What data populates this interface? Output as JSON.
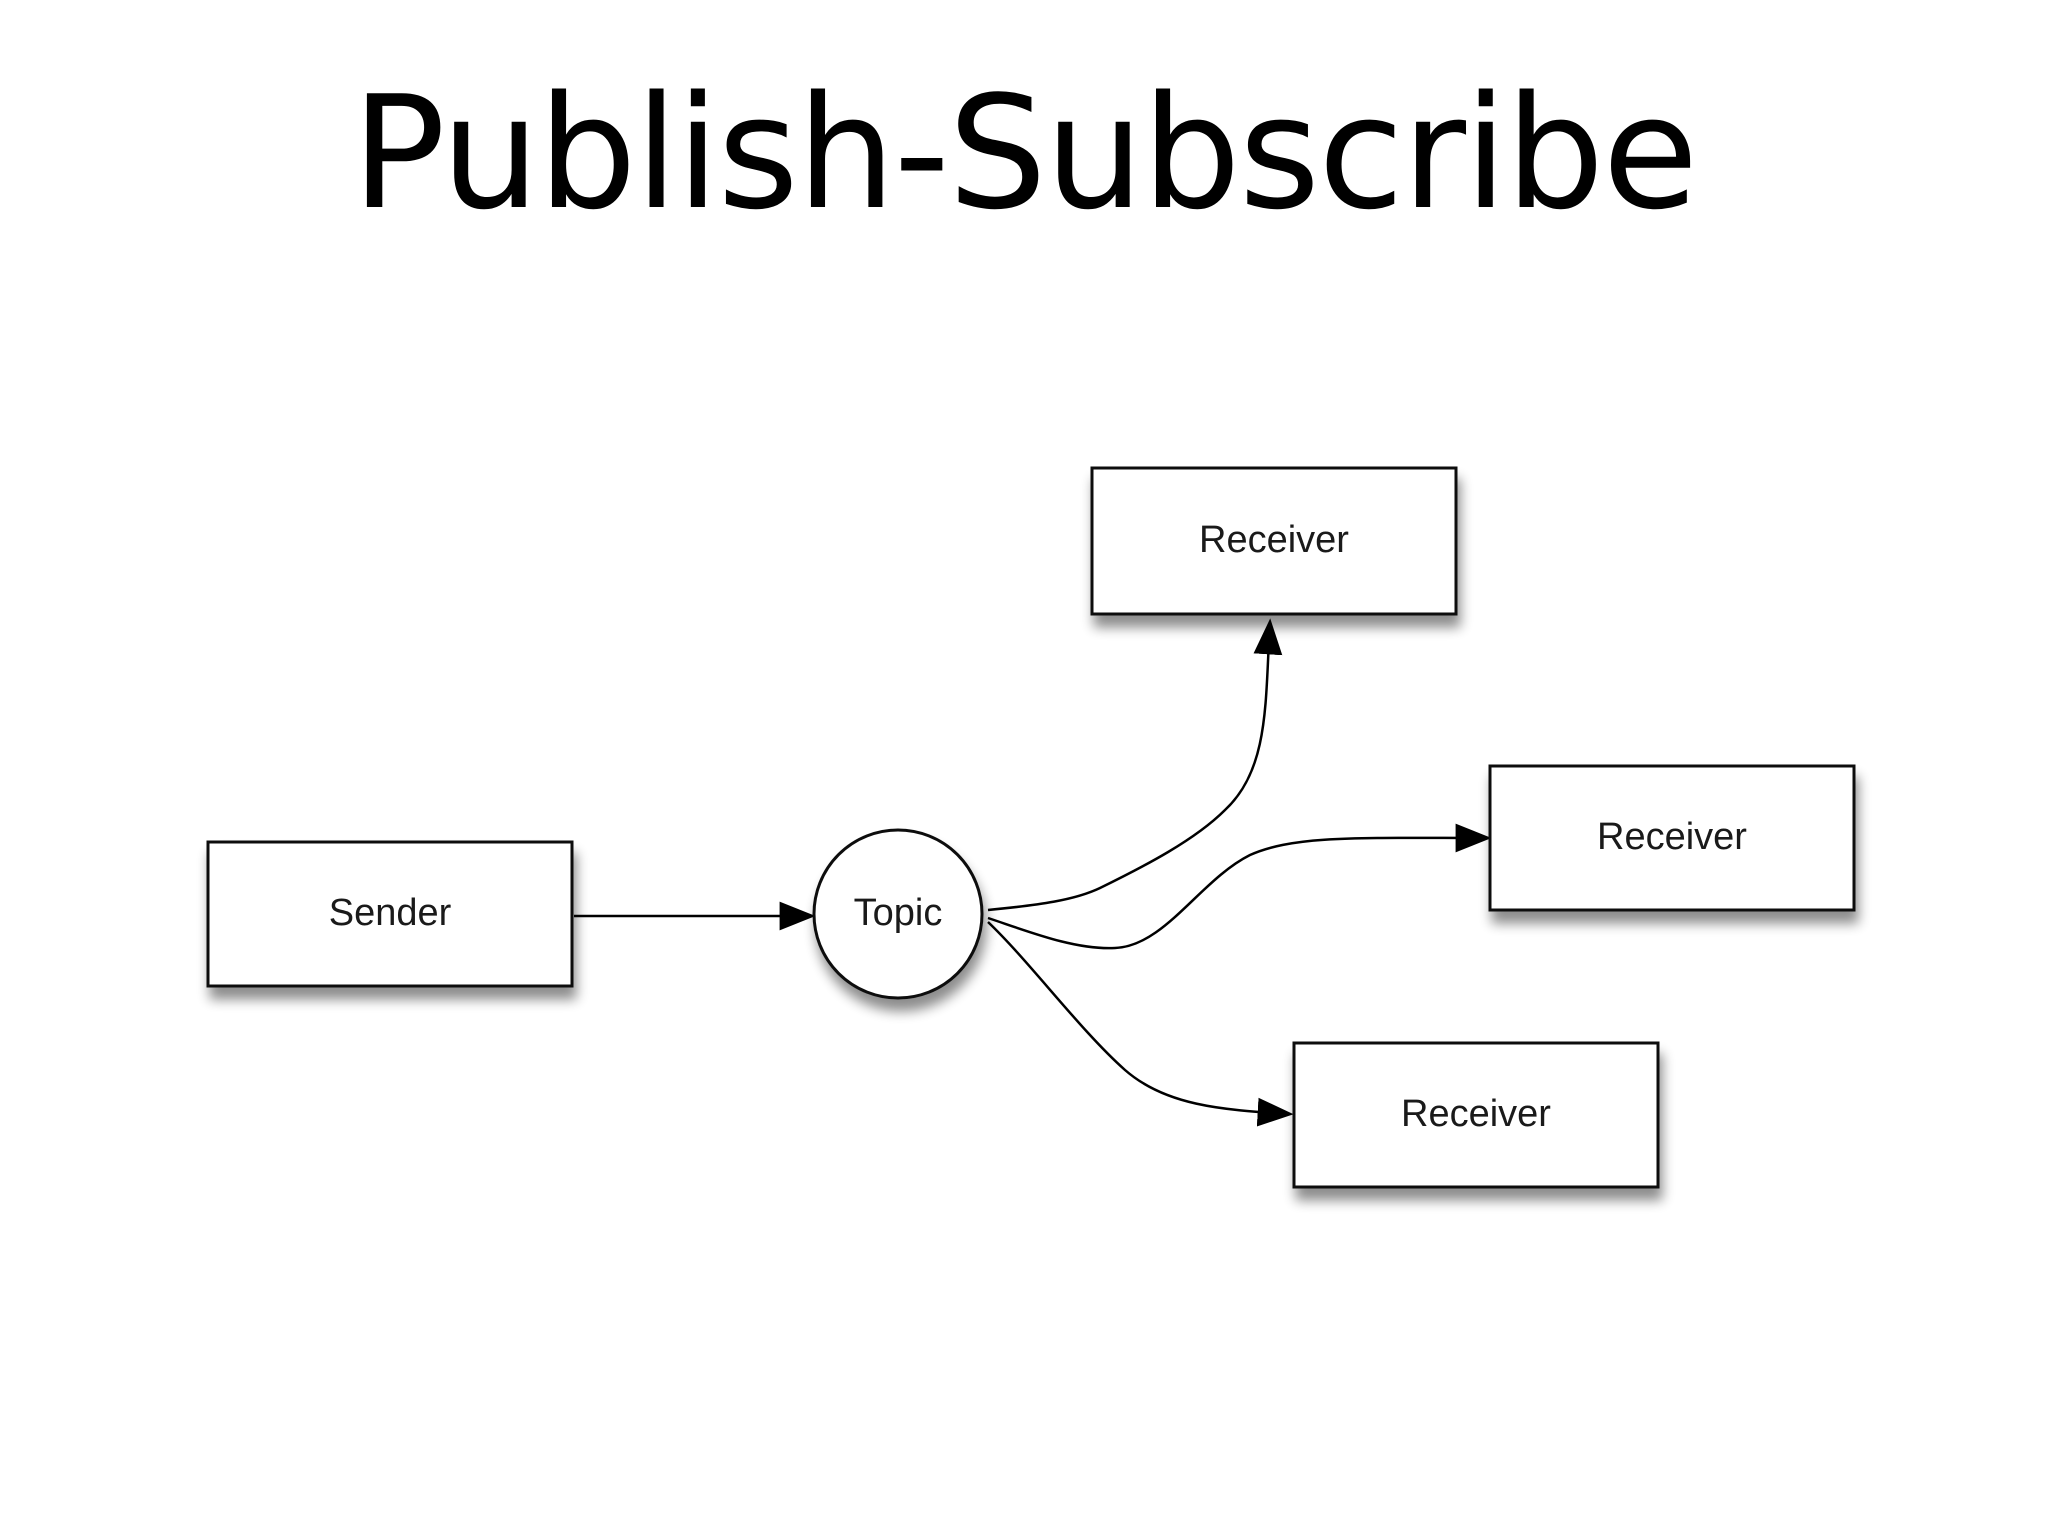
{
  "slide": {
    "title": "Publish-Subscribe"
  },
  "diagram": {
    "nodes": {
      "sender": {
        "label": "Sender"
      },
      "topic": {
        "label": "Topic"
      },
      "receiver_top": {
        "label": "Receiver"
      },
      "receiver_middle": {
        "label": "Receiver"
      },
      "receiver_bottom": {
        "label": "Receiver"
      }
    },
    "edges": [
      {
        "from": "Sender",
        "to": "Topic"
      },
      {
        "from": "Topic",
        "to": "Receiver"
      },
      {
        "from": "Topic",
        "to": "Receiver"
      },
      {
        "from": "Topic",
        "to": "Receiver"
      }
    ]
  }
}
